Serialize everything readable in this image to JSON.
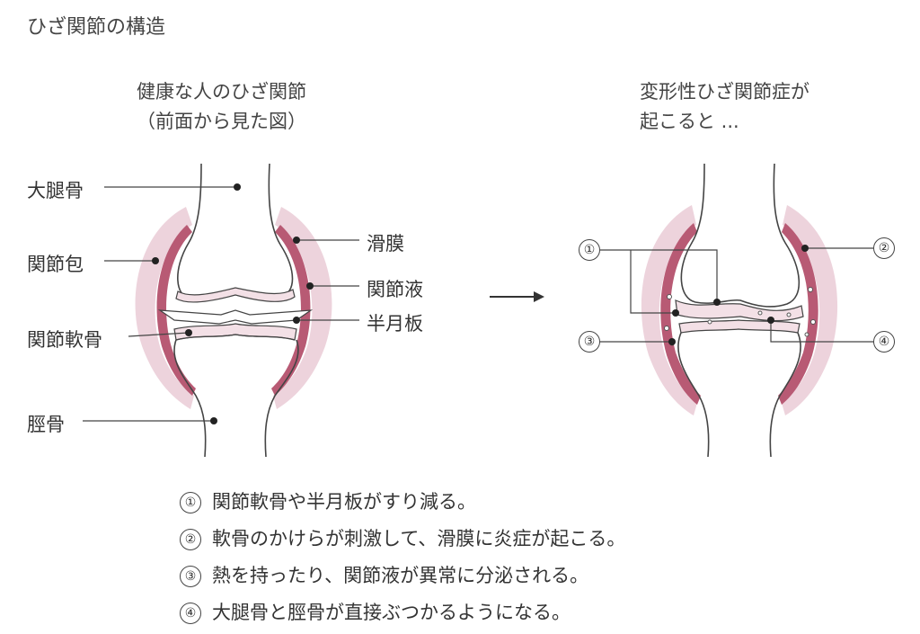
{
  "title": "ひざ関節の構造",
  "healthy": {
    "heading": [
      "健康な人のひざ関節",
      "（前面から見た図）"
    ],
    "labels": {
      "femur": "大腿骨",
      "capsule": "関節包",
      "cartilage": "関節軟骨",
      "tibia": "脛骨",
      "synovium": "滑膜",
      "fluid": "関節液",
      "meniscus": "半月板"
    }
  },
  "arthritis": {
    "heading": [
      "変形性ひざ関節症が",
      "起こると ..."
    ],
    "markers": [
      "①",
      "②",
      "③",
      "④"
    ]
  },
  "notes": [
    {
      "num": "①",
      "text": "関節軟骨や半月板がすり減る。"
    },
    {
      "num": "②",
      "text": "軟骨のかけらが刺激して、滑膜に炎症が起こる。"
    },
    {
      "num": "③",
      "text": "熱を持ったり、関節液が異常に分泌される。"
    },
    {
      "num": "④",
      "text": "大腿骨と脛骨が直接ぶつかるようになる。"
    }
  ],
  "colors": {
    "capsule_outer": "#edd3dc",
    "synovium": "#b85a74",
    "cartilage": "#f3e0e6",
    "outline": "#444444"
  }
}
